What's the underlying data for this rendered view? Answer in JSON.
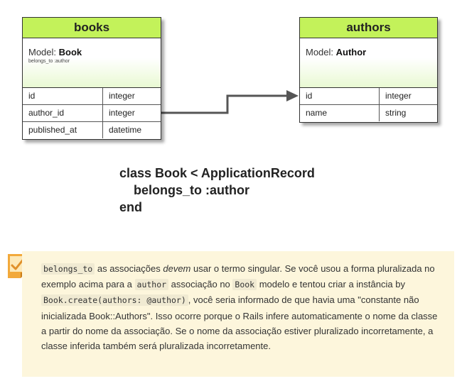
{
  "diagram": {
    "books": {
      "title": "books",
      "model_prefix": "Model: ",
      "model_name": "Book",
      "association": "belongs_to :author",
      "rows": [
        {
          "name": "id",
          "type": "integer"
        },
        {
          "name": "author_id",
          "type": "integer"
        },
        {
          "name": "published_at",
          "type": "datetime"
        }
      ]
    },
    "authors": {
      "title": "authors",
      "model_prefix": "Model: ",
      "model_name": "Author",
      "rows": [
        {
          "name": "id",
          "type": "integer"
        },
        {
          "name": "name",
          "type": "string"
        }
      ]
    },
    "colors": {
      "header": "#c3f25a",
      "connector": "#555555",
      "note_bg": "#fdf6dc"
    }
  },
  "code": {
    "line1": "class Book < ApplicationRecord",
    "line2": "belongs_to :author",
    "line3": "end"
  },
  "note": {
    "icon": "pencil-note-icon",
    "code1": "belongs_to",
    "text1": " as associações ",
    "em1": "devem",
    "text2": " usar o termo singular. Se você usou a forma pluralizada no exemplo acima para a ",
    "code2": "author",
    "text3": " associação no ",
    "code3": "Book",
    "text4": " modelo e tentou criar a instância by ",
    "code4": "Book.create(authors: @author)",
    "text5": ", você seria informado de que havia uma \"constante não inicializada Book::Authors\". Isso ocorre porque o Rails infere automaticamente o nome da classe a partir do nome da associação. Se o nome da associação estiver pluralizado incorretamente, a classe inferida também será pluralizada incorretamente."
  }
}
